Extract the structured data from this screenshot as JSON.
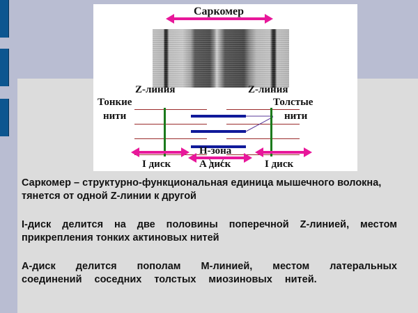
{
  "slide": {
    "colors": {
      "background": "#b9bdd2",
      "panel": "#dcdcdc",
      "accent_bar": "#0d5690",
      "arrow": "#e8179a",
      "z_line": "#1c7a1c",
      "thick_filament": "#101a9a",
      "thin_filament": "#9a2b2b"
    },
    "figure": {
      "sarcomere_label": "Саркомер",
      "z_line_left": "Z-линия",
      "z_line_right": "Z-линия",
      "thin_filaments_line1": "Тонкие",
      "thin_filaments_line2": "нити",
      "thick_filaments_line1": "Толстые",
      "thick_filaments_line2": "нити",
      "h_zone": "H-зона",
      "i_disc_left": "I диск",
      "a_disc": "A диск",
      "i_disc_right": "I диск"
    },
    "paragraphs": [
      "Саркомер – структурно-функциональная единица мышечного волокна, тянется от одной Z-линии к другой",
      "I-диск делится на две половины поперечной Z-линией, местом прикрепления тонких актиновых нитей",
      "А-диск делится пополам М-линией, местом латеральных соединений  соседних толстых миозиновых нитей."
    ]
  }
}
